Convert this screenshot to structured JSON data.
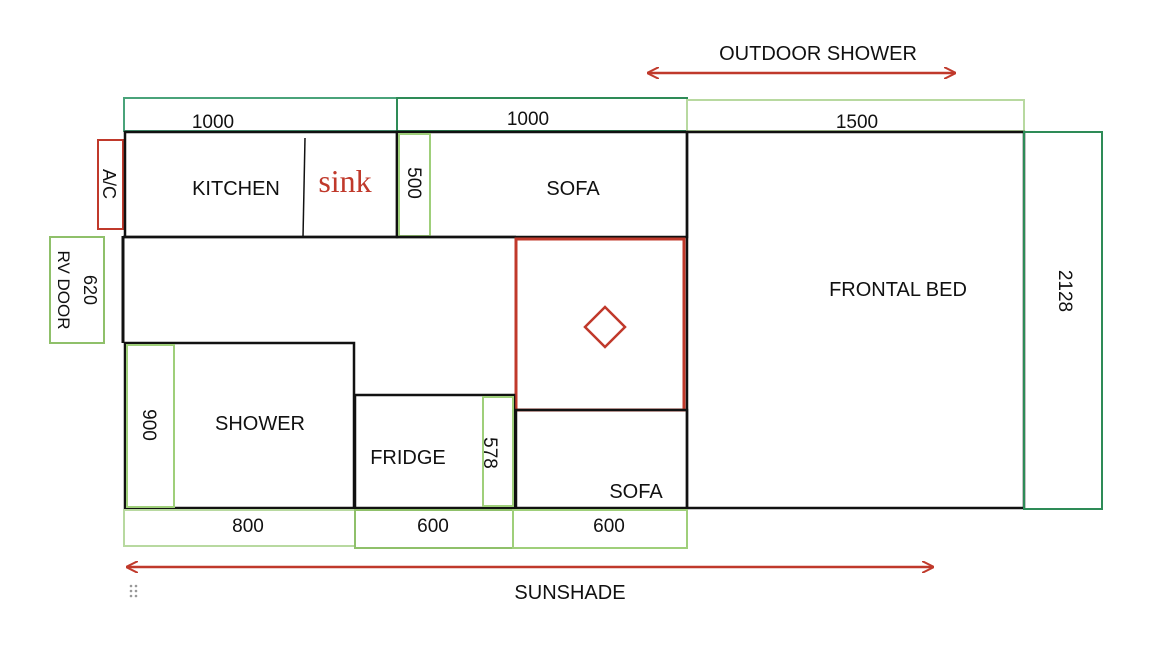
{
  "labels": {
    "outdoor_shower": "OUTDOOR SHOWER",
    "sunshade": "SUNSHADE",
    "kitchen": "KITCHEN",
    "sink": "sink",
    "sofa_top": "SOFA",
    "sofa_bottom": "SOFA",
    "frontal_bed": "FRONTAL BED",
    "shower": "SHOWER",
    "fridge": "FRIDGE",
    "ac": "A/C",
    "rv_door": "RV DOOR"
  },
  "dimensions": {
    "top_kitchen_width": "1000",
    "top_sofa_width": "1000",
    "top_bed_width": "1500",
    "sofa_depth": "500",
    "door_width": "620",
    "shower_depth": "900",
    "fridge_depth": "578",
    "bed_depth": "2128",
    "bottom_shower_width": "800",
    "bottom_fridge_width": "600",
    "bottom_sofa_width": "600"
  },
  "colors": {
    "wall": "#111111",
    "red": "#c0392b",
    "green": "#2e8b57",
    "light_green": "#9fcf7a"
  }
}
